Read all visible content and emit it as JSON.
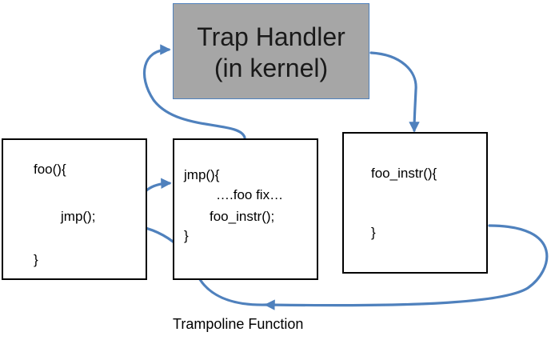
{
  "trap_handler": {
    "line1": "Trap Handler",
    "line2": "(in kernel)"
  },
  "foo_box": {
    "lines": [
      "foo(){",
      "jmp();",
      "}"
    ]
  },
  "jmp_box": {
    "lines": [
      "jmp(){",
      "….foo fix…",
      "foo_instr();",
      "}"
    ]
  },
  "foo_instr_box": {
    "lines": [
      "foo_instr(){",
      "}"
    ]
  },
  "caption": "Trampoline Function",
  "colors": {
    "arrow": "#4f81bd",
    "trap_fill": "#a6a6a6",
    "trap_border": "#4f81bd",
    "box_border": "#000000"
  }
}
